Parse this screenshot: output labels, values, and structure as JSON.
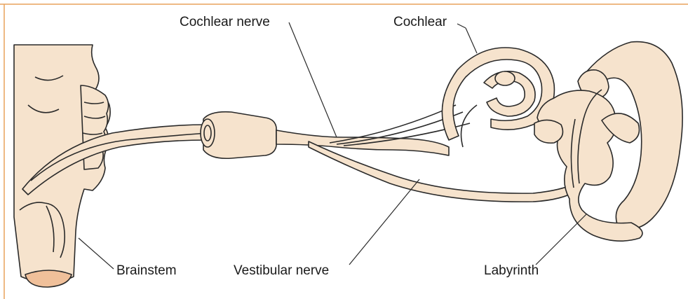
{
  "labels": {
    "cochlear_nerve": "Cochlear nerve",
    "cochlear": "Cochlear",
    "brainstem": "Brainstem",
    "vestibular_nerve": "Vestibular nerve",
    "labyrinth": "Labyrinth"
  },
  "colors": {
    "frame": "#e8a25c",
    "tissue": "#f6e3cd",
    "outline": "#2a2a2a",
    "brainstem_cut": "#f0c09a"
  }
}
